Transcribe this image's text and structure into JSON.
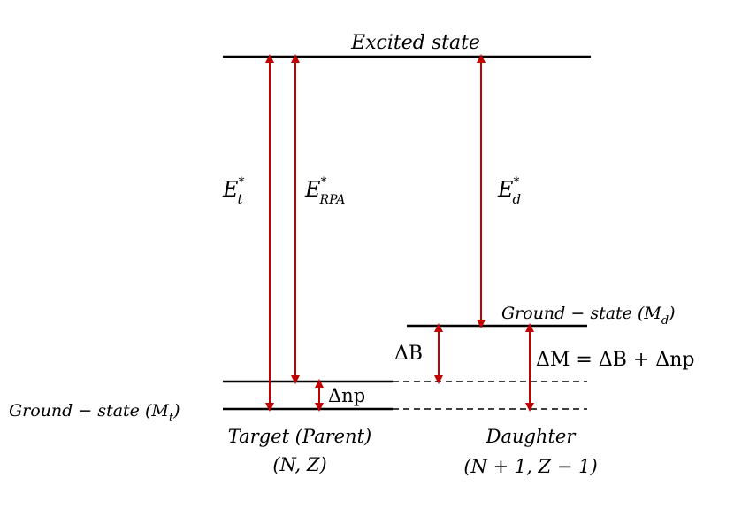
{
  "diagram": {
    "excited_label": "Excited state",
    "ground_target_label": "Ground − state (M",
    "ground_target_sub": "t",
    "ground_daughter_label": "Ground − state (M",
    "ground_daughter_sub": "d",
    "target_label_1": "Target (Parent)",
    "target_label_2": "(N, Z)",
    "daughter_label_1": "Daughter",
    "daughter_label_2": "(N + 1, Z − 1)",
    "e_t": {
      "base": "E",
      "sup": "*",
      "sub": "t"
    },
    "e_rpa": {
      "base": "E",
      "sup": "*",
      "sub": "RPA"
    },
    "e_d": {
      "base": "E",
      "sup": "*",
      "sub": "d"
    },
    "delta_np": "Δnp",
    "delta_b": "ΔB",
    "delta_m_eq": "ΔM = ΔB + Δnp",
    "arrow_color": "#c00000",
    "line_color": "#000000",
    "close_paren": ")"
  }
}
